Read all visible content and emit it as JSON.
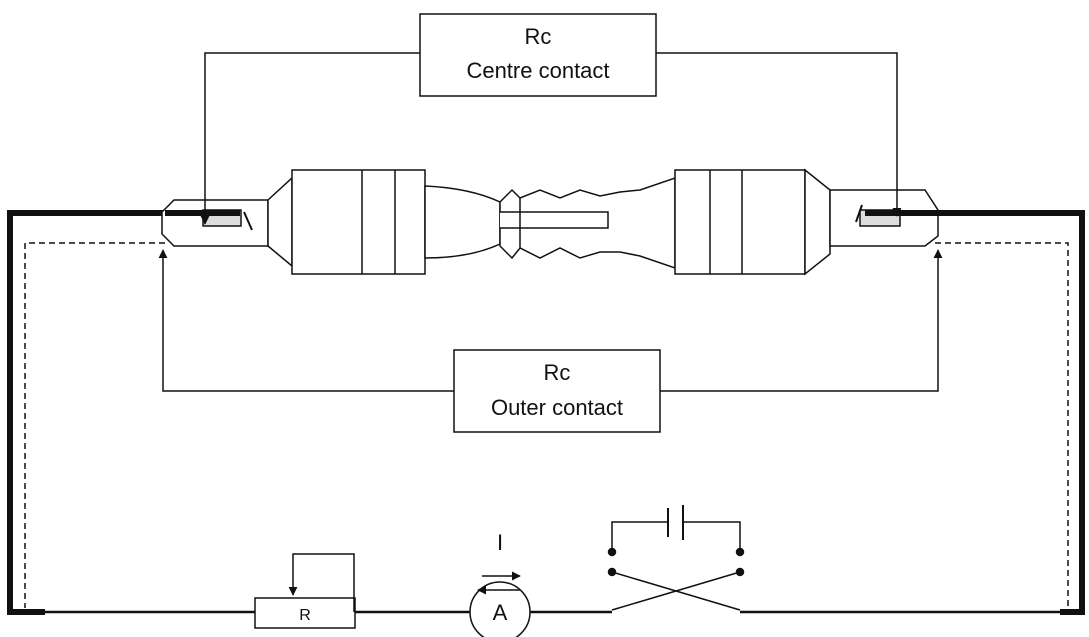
{
  "centre_box": {
    "line1": "Rc",
    "line2": "Centre contact"
  },
  "outer_box": {
    "line1": "Rc",
    "line2": "Outer contact"
  },
  "current_label": "I",
  "resistor_label": "R",
  "ammeter_label": "A",
  "colors": {
    "ink": "#111111",
    "background": "#ffffff"
  }
}
